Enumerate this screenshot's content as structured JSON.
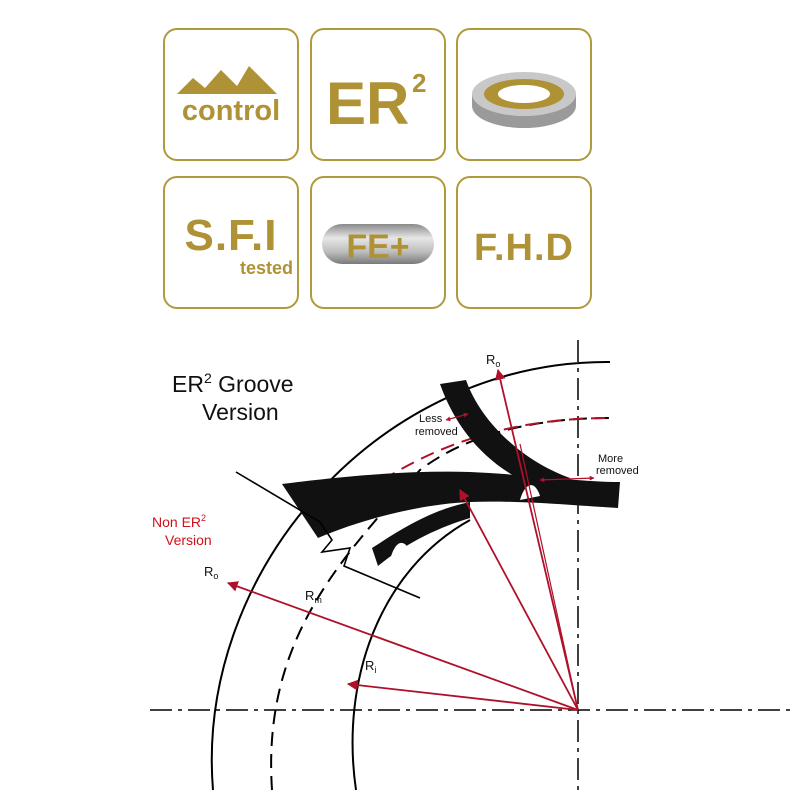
{
  "badges": {
    "control": "control",
    "er2_base": "ER",
    "er2_sup": "2",
    "sfi": "S.F.I",
    "sfi_sub": "tested",
    "fe_plus": "FE+",
    "fhd": "F.H.D"
  },
  "diagram": {
    "title_line1_base": "ER",
    "title_line1_sup": "2",
    "title_line1_rest": " Groove",
    "title_line2": "Version",
    "non_er2_line1_base": "Non ER",
    "non_er2_line1_sup": "2",
    "non_er2_line2": "Version",
    "less_removed_1": "Less",
    "less_removed_2": "removed",
    "more_removed_1": "More",
    "more_removed_2": "removed",
    "ro_top_base": "R",
    "ro_top_sub": "o",
    "rm_top_base": "R",
    "rm_top_sub": "m",
    "ri_top_base": "R",
    "ri_top_sub": "i",
    "ro_left_base": "R",
    "ro_left_sub": "o",
    "rm_left_base": "R",
    "rm_left_sub": "m",
    "ri_left_base": "R",
    "ri_left_sub": "i"
  },
  "colors": {
    "gold": "#b09236",
    "gold_border": "#b09a3e",
    "arrow_red": "#b0102a",
    "label_red": "#d0101a"
  }
}
